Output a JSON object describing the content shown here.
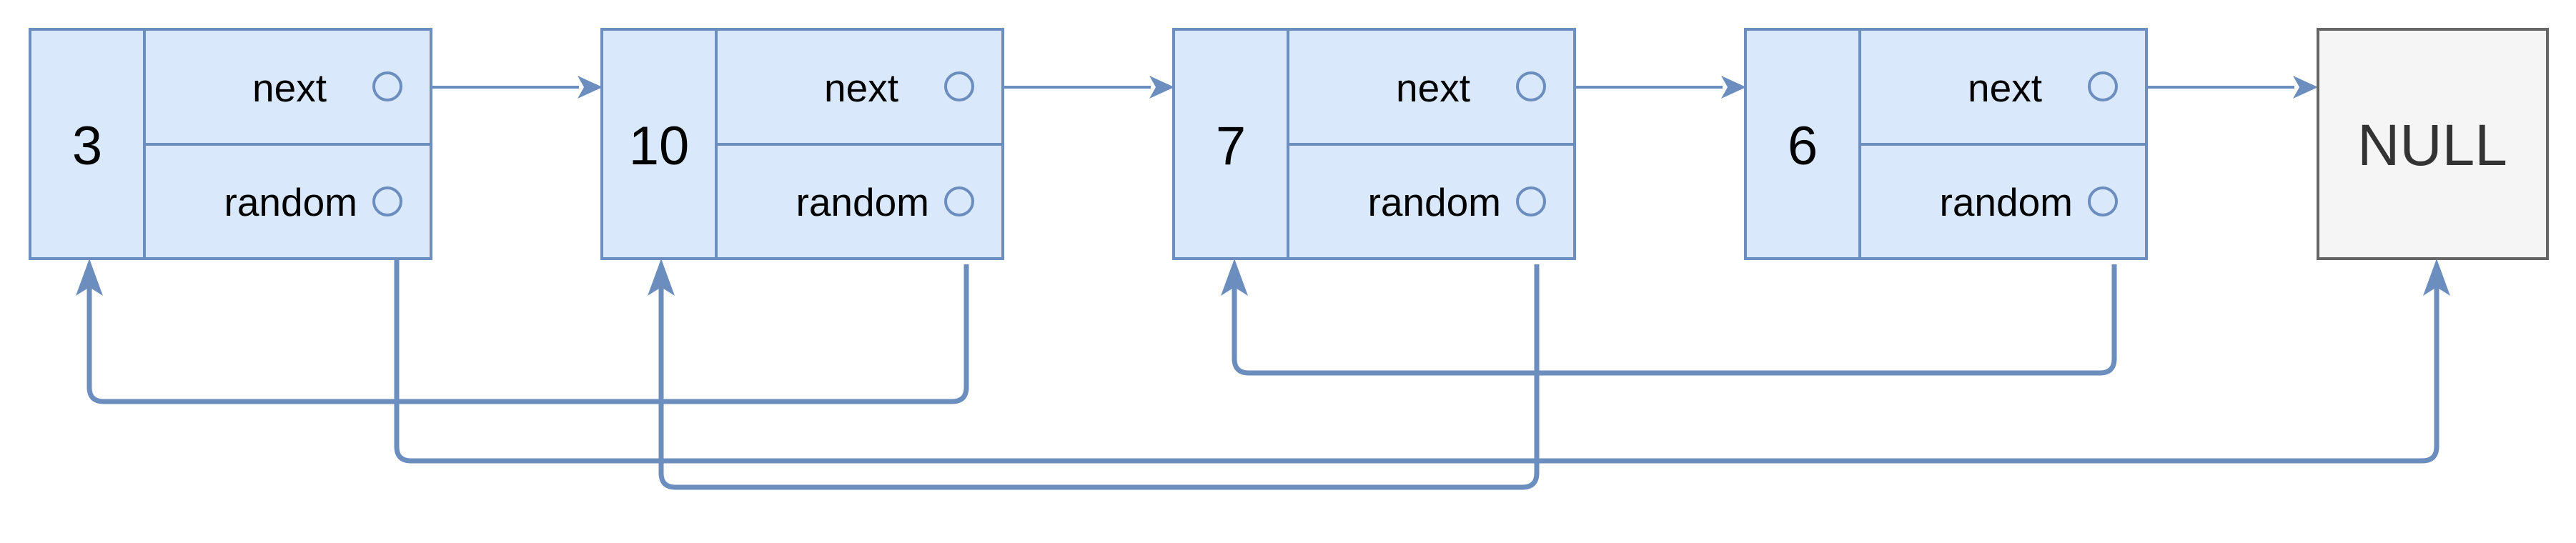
{
  "diagram": {
    "nodes": [
      {
        "value": "3",
        "next_label": "next",
        "random_label": "random"
      },
      {
        "value": "10",
        "next_label": "next",
        "random_label": "random"
      },
      {
        "value": "7",
        "next_label": "next",
        "random_label": "random"
      },
      {
        "value": "6",
        "next_label": "next",
        "random_label": "random"
      }
    ],
    "null_label": "NULL",
    "colors": {
      "node_fill": "#dae8fc",
      "node_stroke": "#6c8ebf",
      "null_fill": "#f5f5f5",
      "null_stroke": "#666666",
      "arrow": "#6c8ebf"
    },
    "next_links": [
      {
        "from": "3",
        "to": "10"
      },
      {
        "from": "10",
        "to": "7"
      },
      {
        "from": "7",
        "to": "6"
      },
      {
        "from": "6",
        "to": "NULL"
      }
    ],
    "random_links": [
      {
        "from": "3",
        "to": "NULL"
      },
      {
        "from": "10",
        "to": "3"
      },
      {
        "from": "7",
        "to": "10"
      },
      {
        "from": "6",
        "to": "7"
      }
    ]
  }
}
